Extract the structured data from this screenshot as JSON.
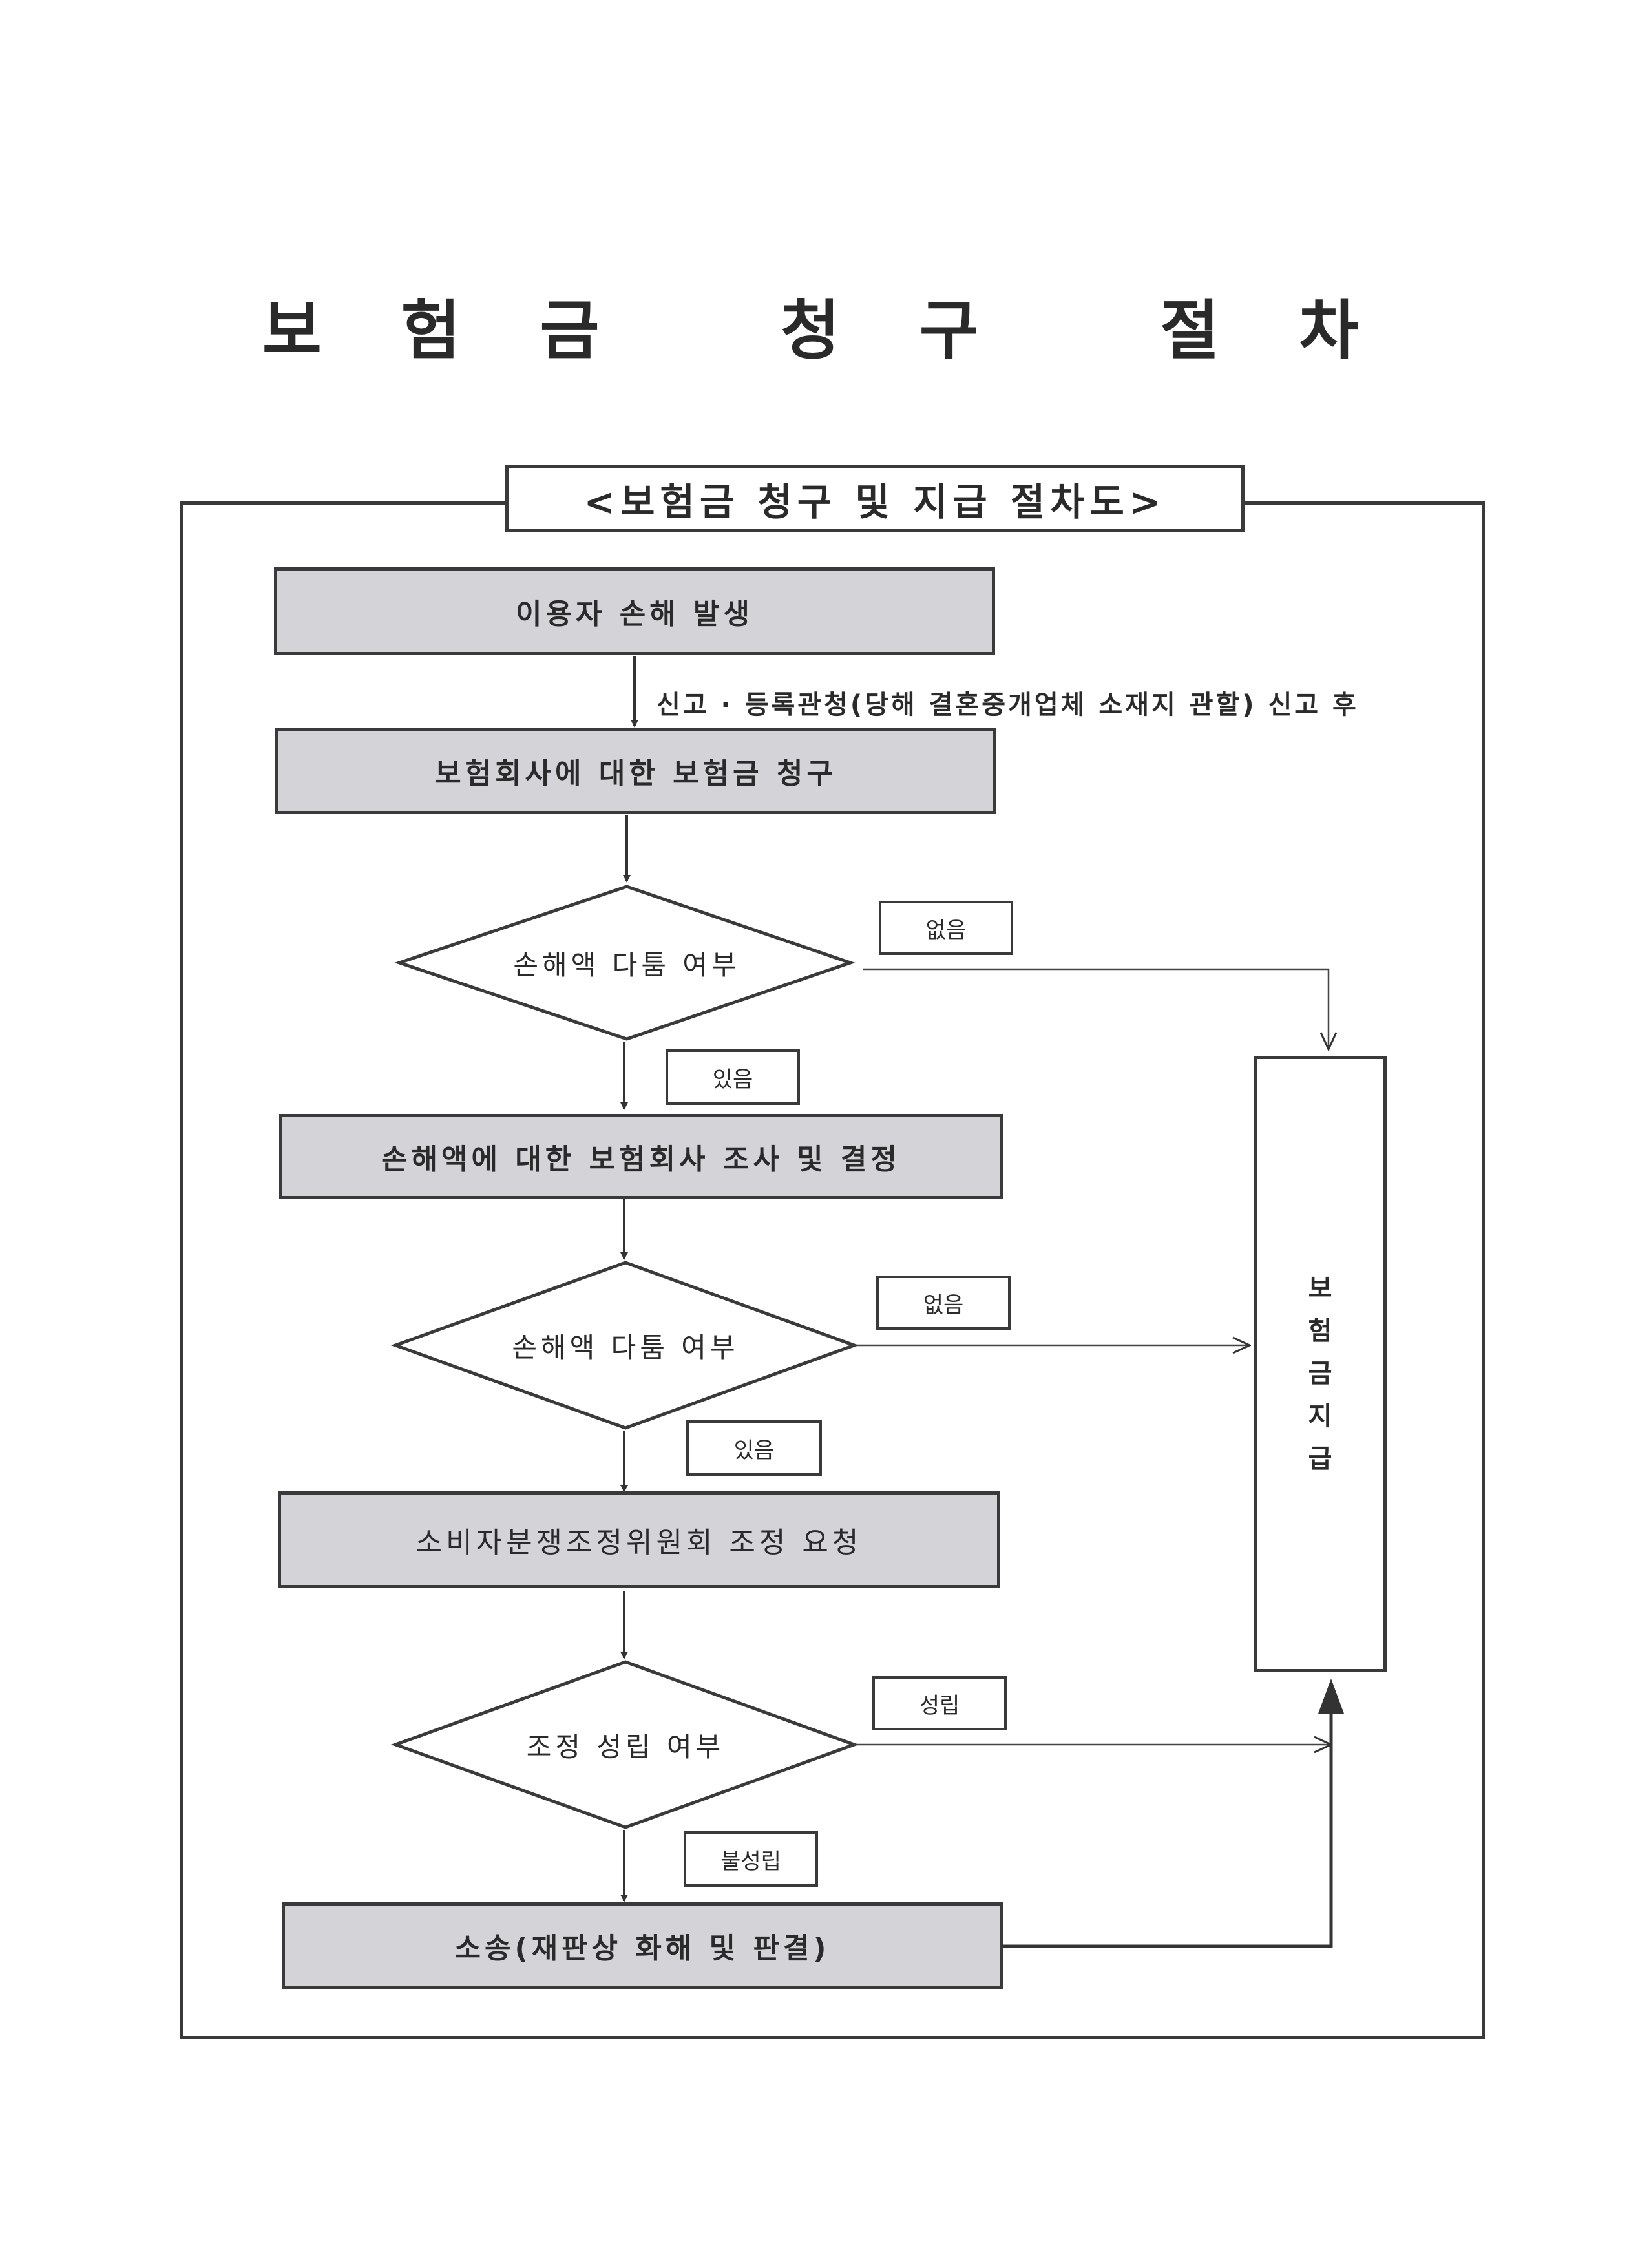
{
  "title": "보 험 금   청 구   절 차",
  "caption": "<보험금 청구 및 지급 절차도>",
  "steps": {
    "s1": "이용자 손해 발생",
    "s2": "보험회사에 대한 보험금 청구",
    "s3": "손해액에 대한 보험회사 조사 및 결정",
    "s4": "소비자분쟁조정위원회 조정 요청",
    "s5": "소송(재판상 화해 및 판결)"
  },
  "decisions": {
    "d1": "손해액 다툼 여부",
    "d2": "손해액 다툼 여부",
    "d3": "조정 성립 여부"
  },
  "labels": {
    "d1_no": "없음",
    "d1_yes": "있음",
    "d2_no": "없음",
    "d2_yes": "있음",
    "d3_yes": "성립",
    "d3_no": "불성립"
  },
  "note": "신고 · 등록관청(당해 결혼중개업체 소재지 관할) 신고 후",
  "payout": [
    "보",
    "험",
    "금",
    "지",
    "급"
  ]
}
